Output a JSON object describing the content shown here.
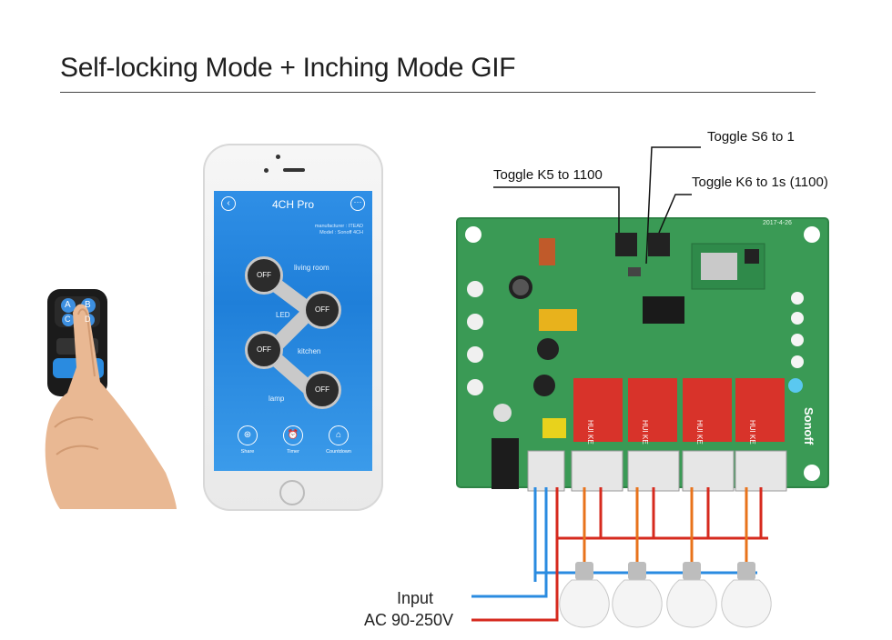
{
  "title": "Self-locking Mode + Inching Mode GIF",
  "callouts": {
    "k5": "Toggle K5 to 1100",
    "s6": "Toggle S6 to 1",
    "k6": "Toggle K6 to 1s (1100)"
  },
  "remote": {
    "buttons": [
      "A",
      "B",
      "C",
      "D"
    ]
  },
  "phone": {
    "app_title": "4CH Pro",
    "back_glyph": "‹",
    "more_glyph": "···",
    "info_lines": [
      "manufacturer : ITEAD",
      "Model : Sonoff 4CH"
    ],
    "off_label": "OFF",
    "channels": [
      "living room",
      "LED",
      "kitchen",
      "lamp"
    ],
    "tools": [
      {
        "icon": "share-icon",
        "glyph": "⊛",
        "label": "Share"
      },
      {
        "icon": "timer-icon",
        "glyph": "⏰",
        "label": "Timer"
      },
      {
        "icon": "countdown-icon",
        "glyph": "⌂",
        "label": "Countdown"
      }
    ]
  },
  "board": {
    "brand": "Sonoff",
    "date_code": "2017-4-26",
    "relay_count": 4,
    "relay_text": "HUI KE"
  },
  "wiring": {
    "input_label": "Input",
    "voltage_label": "AC 90-250V",
    "neutral_color": "#2a8be0",
    "live_color": "#d62a1e",
    "load_color": "#e8731b",
    "bulb_count": 4
  },
  "colors": {
    "pcb": "#3a9a55",
    "pcb_dark": "#2e8446"
  }
}
